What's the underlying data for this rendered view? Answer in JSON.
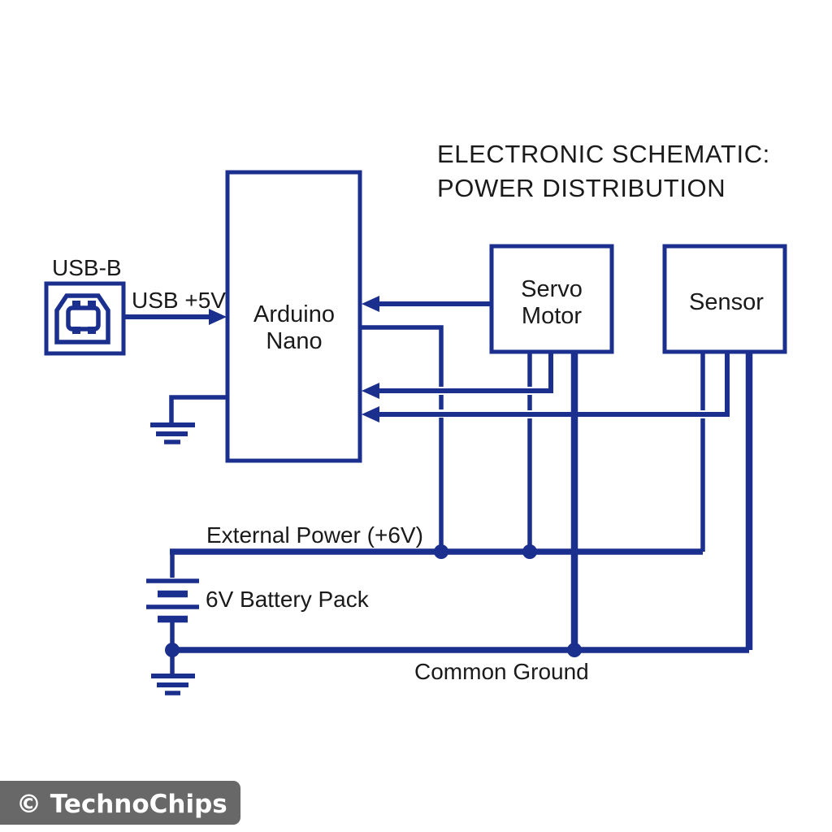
{
  "title": {
    "line1": "ELECTRONIC SCHEMATIC:",
    "line2": "POWER DISTRIBUTION"
  },
  "components": {
    "usb_connector": {
      "label": "USB-B",
      "icon": "usb-b-port-icon"
    },
    "arduino": {
      "label_line1": "Arduino",
      "label_line2": "Nano"
    },
    "servo": {
      "label_line1": "Servo",
      "label_line2": "Motor"
    },
    "sensor": {
      "label": "Sensor"
    },
    "battery": {
      "label": "6V Battery Pack",
      "icon": "battery-cells-icon"
    },
    "ground": {
      "icon": "earth-ground-icon",
      "count": 2
    }
  },
  "nets": {
    "usb_power": {
      "label": "USB +5V"
    },
    "external_power": {
      "label": "External Power (+6V)"
    },
    "common_ground": {
      "label": "Common Ground"
    }
  },
  "watermark": {
    "text": "© TechnoChips"
  },
  "colors": {
    "wire": "#1b2f8e",
    "ink": "#1a1a1a",
    "watermark_bg": "#686868",
    "watermark_text": "#ffffff",
    "background": "#ffffff"
  }
}
